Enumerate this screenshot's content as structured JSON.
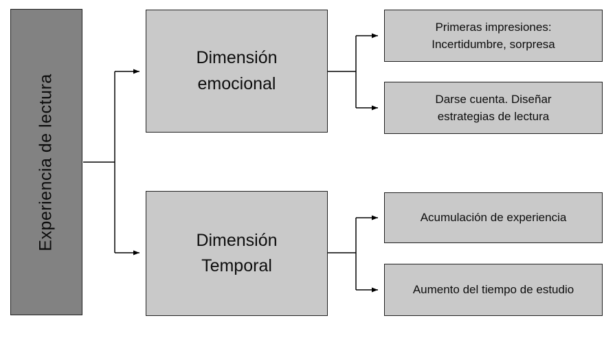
{
  "diagram": {
    "root": {
      "label": "Experiencia de lectura"
    },
    "branches": [
      {
        "label": "Dimensión\nemocional",
        "children": [
          {
            "label": "Primeras impresiones:\nIncertidumbre, sorpresa"
          },
          {
            "label": "Darse cuenta. Diseñar\nestrategias de lectura"
          }
        ]
      },
      {
        "label": "Dimensión\nTemporal",
        "children": [
          {
            "label": "Acumulación de experiencia"
          },
          {
            "label": "Aumento del tiempo de estudio"
          }
        ]
      }
    ],
    "colors": {
      "background": "#ffffff",
      "root_fill": "#828282",
      "node_fill": "#c9c9c9",
      "border": "#1f1f1f",
      "connector": "#000000",
      "text": "#0d0d0d"
    }
  }
}
